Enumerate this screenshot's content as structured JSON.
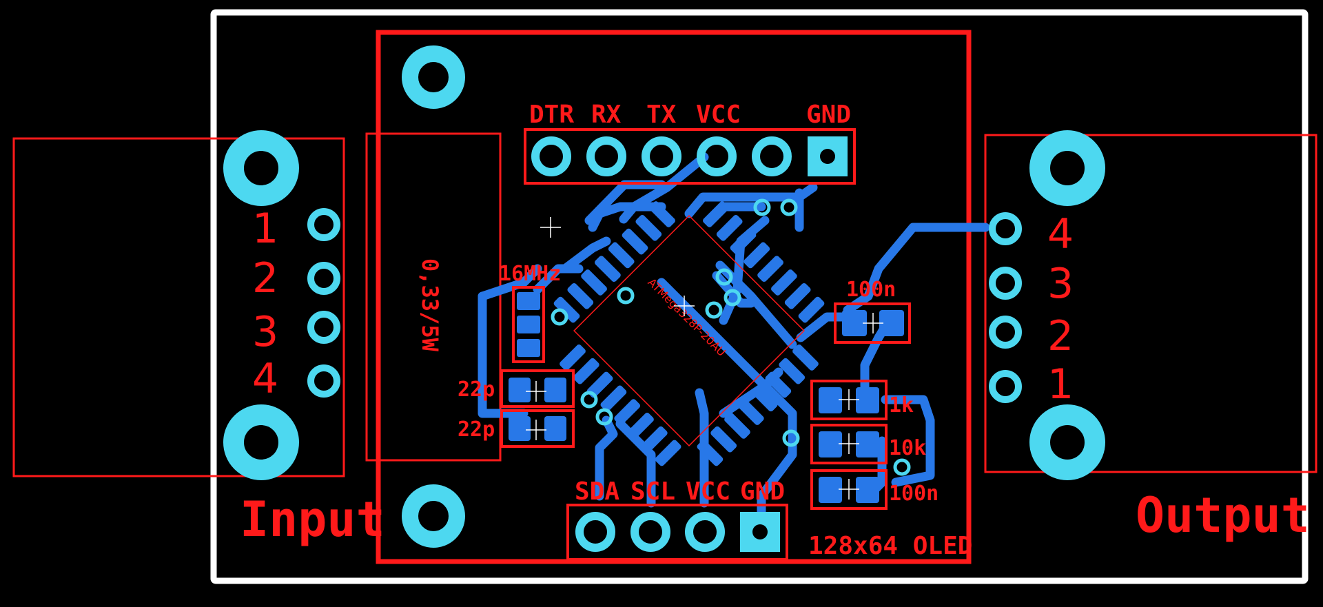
{
  "colors": {
    "background": "#000000",
    "board_outline": "#ffffff",
    "silkscreen": "#ff1a1a",
    "copper": "#2878e8",
    "pad": "#4dd8f0",
    "crosshair": "#ffffff"
  },
  "labels": {
    "input": "Input",
    "output": "Output",
    "oled": "128x64 OLED",
    "resistor_shunt": "0,33/5W",
    "crystal": "16MHz",
    "cap_22p_a": "22p",
    "cap_22p_b": "22p",
    "cap_100n_top": "100n",
    "res_1k": "1k",
    "res_10k": "10k",
    "cap_100n_bottom": "100n",
    "mcu_part": "ATMega328P-20AU"
  },
  "header_top": {
    "pins": [
      "DTR",
      "RX",
      "TX",
      "VCC",
      "GND"
    ]
  },
  "header_bottom": {
    "pins": [
      "SDA",
      "SCL",
      "VCC",
      "GND"
    ]
  },
  "input_connector": {
    "pin_numbers": [
      "1",
      "2",
      "3",
      "4"
    ]
  },
  "output_connector": {
    "pin_numbers": [
      "4",
      "3",
      "2",
      "1"
    ]
  }
}
